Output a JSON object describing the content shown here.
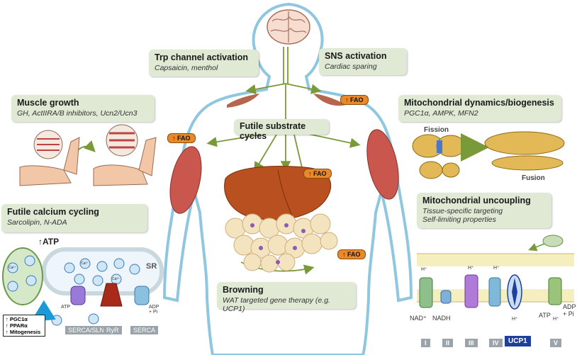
{
  "boxes": {
    "trp": {
      "title": "Trp channel activation",
      "subtitle": "Capsaicin, menthol"
    },
    "sns": {
      "title": "SNS activation",
      "subtitle": "Cardiac sparing"
    },
    "muscle": {
      "title": "Muscle growth",
      "subtitle": "GH,  ActIIRA/B inhibitors, Ucn2/Ucn3"
    },
    "mito_dyn": {
      "title": "Mitochondrial dynamics/biogenesis",
      "subtitle": "PGC1α, AMPK, MFN2"
    },
    "futile_sub": {
      "title": "Futile substrate cycles"
    },
    "futile_ca": {
      "title": "Futile calcium cycling",
      "subtitle": "Sarcolipin, N-ADA"
    },
    "uncoupling": {
      "title": "Mitochondrial uncoupling",
      "subtitle1": "Tissue-specific targeting",
      "subtitle2": "Self-limiting properties"
    },
    "browning": {
      "title": "Browning",
      "subtitle": "WAT targeted  gene therapy (e.g. UCP1)"
    }
  },
  "fao_label": "↑ FAO",
  "labels": {
    "fission": "Fission",
    "fusion": "Fusion",
    "atp_up": "↑ATP",
    "sr": "SR",
    "serca_sln": "SERCA/SLN",
    "ryr": "RyR",
    "serca": "SERCA",
    "atp": "ATP",
    "adp_pi": "ADP + Pi",
    "ca": "Ca²⁺",
    "h": "H⁺",
    "nad": "NAD⁺",
    "nadh": "NADH",
    "complexes": [
      "I",
      "II",
      "III",
      "IV",
      "UCP1",
      "V"
    ]
  },
  "legend_box": [
    "↑ PGC1α",
    "↑ PPARα",
    "↑ Mitogenesis"
  ],
  "colors": {
    "box_bg": "#dfe9d4",
    "arrow_green": "#7a9a3a",
    "fao_orange": "#e88a2c",
    "body_outline": "#8fc6e0",
    "muscle_red": "#c9574d",
    "liver": "#b8501f",
    "fat": "#f3e3bf",
    "ucp1": "#1e3f9c"
  }
}
